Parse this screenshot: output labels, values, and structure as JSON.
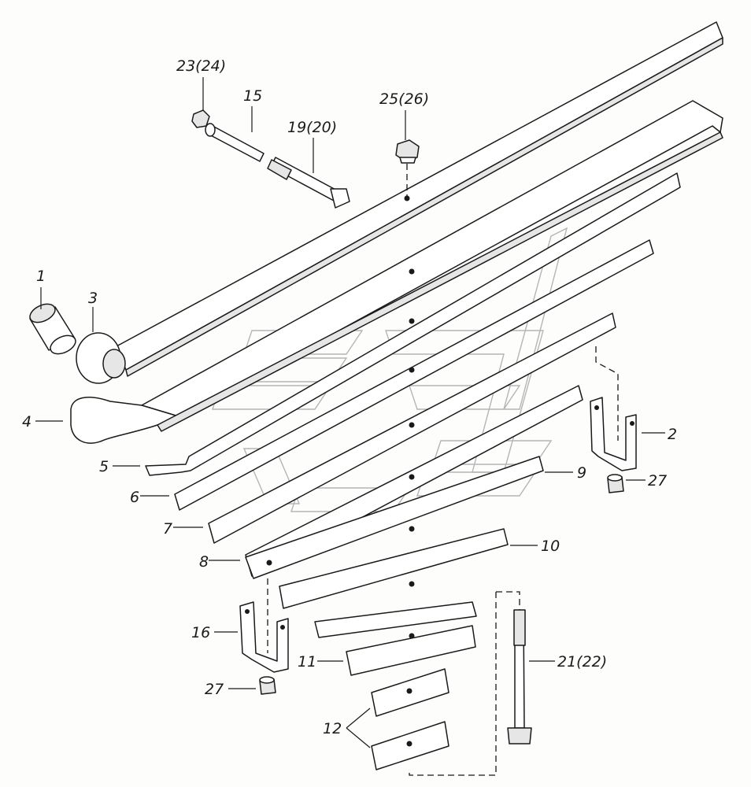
{
  "diagram": {
    "callouts": {
      "c1": "1",
      "c2": "2",
      "c3": "3",
      "c4": "4",
      "c5": "5",
      "c6": "6",
      "c7": "7",
      "c8": "8",
      "c9": "9",
      "c10": "10",
      "c11": "11",
      "c12": "12",
      "c15": "15",
      "c16": "16",
      "c19": "19(20)",
      "c21": "21(22)",
      "c23": "23(24)",
      "c25": "25(26)",
      "c27a": "27",
      "c27b": "27"
    }
  }
}
